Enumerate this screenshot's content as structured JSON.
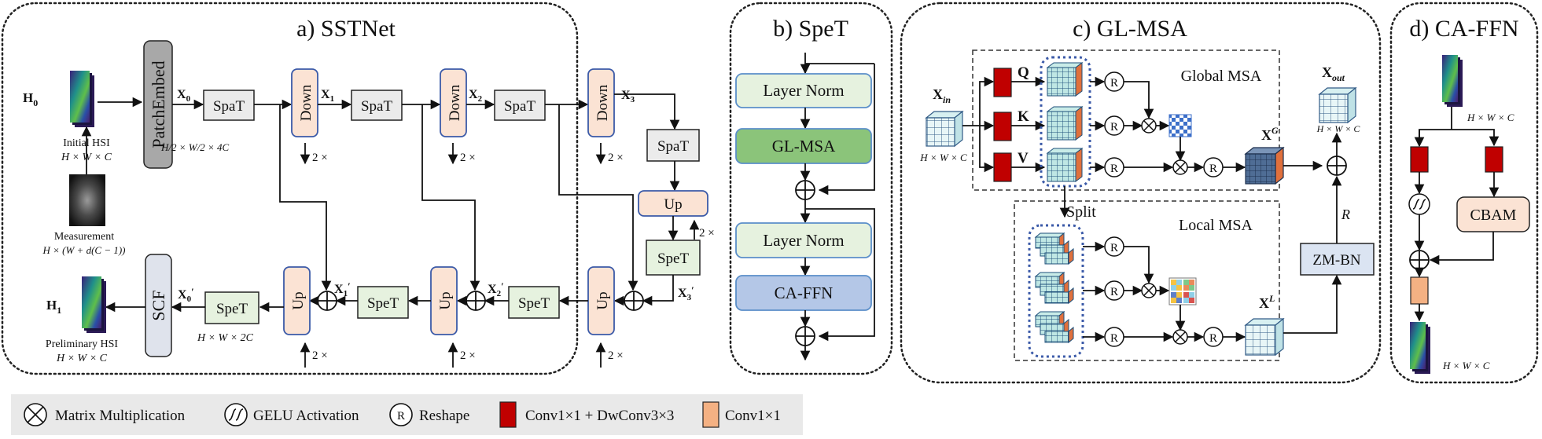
{
  "titles": {
    "a": "a)  SSTNet",
    "b": "b)  SpeT",
    "c": "c)  GL-MSA",
    "d": "d) CA-FFN"
  },
  "sstnet": {
    "h0": "H",
    "h0_sub": "0",
    "initial_hsi_1": "Initial  HSI",
    "initial_hsi_2": "H × W × C",
    "measurement_1": "Measurement",
    "measurement_2": "H × (W + d(C − 1))",
    "patch_embed": "PatchEmbed",
    "patch_dim": "H/2 × W/2 × 4C",
    "spat": "SpaT",
    "down": "Down",
    "up": "Up",
    "spet": "SpeT",
    "scf": "SCF",
    "x0": "X",
    "x0_sub": "0",
    "x1": "X",
    "x1_sub": "1",
    "x2": "X",
    "x2_sub": "2",
    "x3": "X",
    "x3_sub": "3",
    "x3p": "X",
    "x3p_sub": "3",
    "x2p": "X",
    "x2p_sub": "2",
    "x1p": "X",
    "x1p_sub": "1",
    "x0p": "X",
    "x0p_sub": "0",
    "prime": "′",
    "two_x": "2 ×",
    "h1": "H",
    "h1_sub": "1",
    "prelim_1": "Preliminary  HSI",
    "prelim_2": "H × W × C",
    "spet_dim": "H × W × 2C"
  },
  "spet_block": {
    "ln1": "Layer Norm",
    "glmsa": "GL-MSA",
    "ln2": "Layer Norm",
    "caffn": "CA-FFN"
  },
  "glmsa_block": {
    "xin": "X",
    "xin_sub": "in",
    "xin_dim": "H × W × C",
    "q": "Q",
    "k": "K",
    "v": "V",
    "global_label": "Global MSA",
    "local_label": "Local MSA",
    "split": "Split",
    "r": "R",
    "xg": "X",
    "xg_sup": "G",
    "xl": "X",
    "xl_sup": "L",
    "xout": "X",
    "xout_sub": "out",
    "xout_dim": "H × W × C",
    "zmbn": "ZM-BN",
    "r_italic": "R"
  },
  "caffn_block": {
    "dim_top": "H × W × C",
    "cbam": "CBAM",
    "dim_bottom": "H × W × C"
  },
  "legend": {
    "matmul": "Matrix Multiplication",
    "gelu": "GELU Activation",
    "reshape": "Reshape",
    "conv_dw": "Conv1×1 + DwConv3×3",
    "conv": "Conv1×1"
  },
  "colors": {
    "spat_fill": "#ebebeb",
    "down_up_fill": "#fbe3d4",
    "down_up_stroke": "#3b5aa8",
    "spet_fill": "#e6f2df",
    "ln_fill": "#e6f2df",
    "ln_stroke": "#5b8fc9",
    "glmsa_fill": "#8bc47a",
    "caffn_fill": "#b4c7e7",
    "scf_fill": "#dfe3ec",
    "zmbn_fill": "#dbe4f2",
    "conv_dw_fill": "#c00000",
    "conv_fill": "#f4b183",
    "cube_blue": "#5e7fa6",
    "cube_teal": "#c9ece8",
    "legend_bg": "#e9e9e9"
  }
}
